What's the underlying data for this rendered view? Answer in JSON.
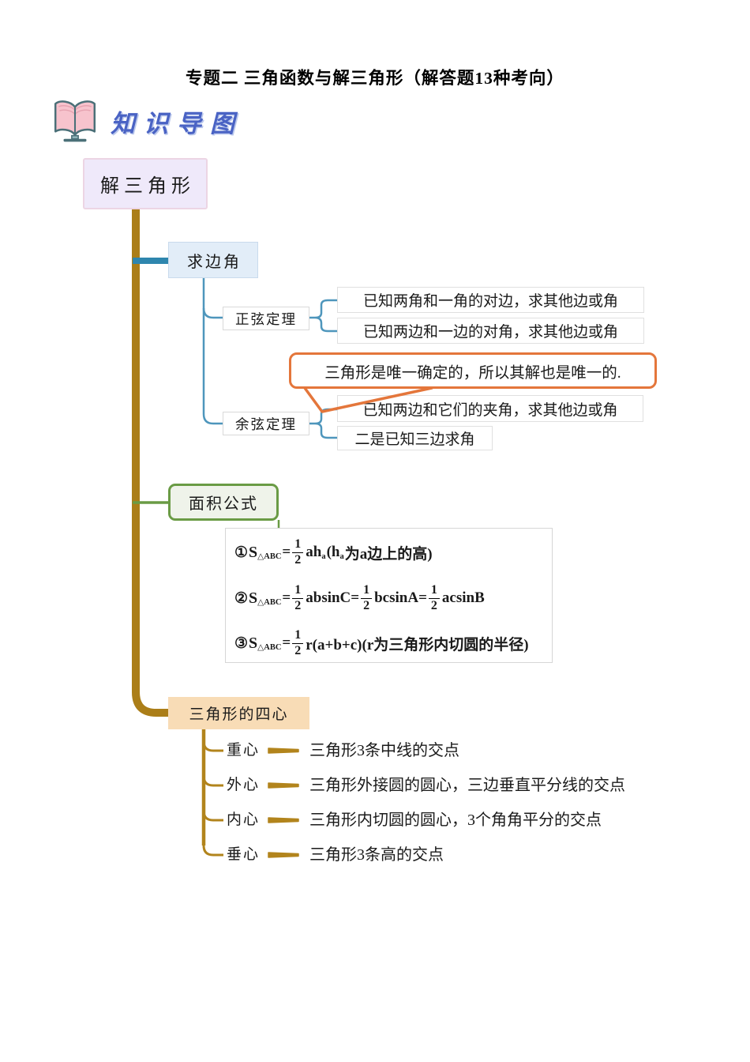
{
  "page": {
    "title": "专题二 三角函数与解三角形（解答题13种考向）"
  },
  "header": {
    "label": "知识导图",
    "icon": "open-book-icon"
  },
  "map": {
    "root": "解三角形",
    "edge_angle": {
      "label": "求边角",
      "sine": {
        "label": "正弦定理",
        "cases": [
          "已知两角和一角的对边，求其他边或角",
          "已知两边和一边的对角，求其他边或角"
        ]
      },
      "note": "三角形是唯一确定的，所以其解也是唯一的.",
      "cosine": {
        "label": "余弦定理",
        "cases": [
          "已知两边和它们的夹角，求其他边或角",
          "二是已知三边求角"
        ]
      }
    },
    "area": {
      "label": "面积公式",
      "f1": {
        "circ": "①",
        "S": "S",
        "sub": "△ABC",
        "eq": "=",
        "n": "1",
        "d": "2",
        "t1": "ah",
        "s1": "a",
        "t2": "(h",
        "s2": "a",
        "t3": "为a边上的高)"
      },
      "f2": {
        "circ": "②",
        "S": "S",
        "sub": "△ABC",
        "eq": "=",
        "n1": "1",
        "d1": "2",
        "t1": "absinC=",
        "n2": "1",
        "d2": "2",
        "t2": "bcsinA=",
        "n3": "1",
        "d3": "2",
        "t3": "acsinB"
      },
      "f3": {
        "circ": "③",
        "S": "S",
        "sub": "△ABC",
        "eq": "=",
        "n": "1",
        "d": "2",
        "t1": "r(a+b+c)(r为三角形内切圆的半径)"
      }
    },
    "centers": {
      "label": "三角形的四心",
      "items": [
        {
          "name": "重心",
          "desc": "三角形3条中线的交点"
        },
        {
          "name": "外心",
          "desc": "三角形外接圆的圆心，三边垂直平分线的交点"
        },
        {
          "name": "内心",
          "desc": "三角形内切圆的圆心，3个角角平分的交点"
        },
        {
          "name": "垂心",
          "desc": "三角形3条高的交点"
        }
      ]
    }
  },
  "colors": {
    "trunk_gold": "#ab7e18",
    "edge_teal_thick": "#2e86ae",
    "branch_teal": "#4e96bc",
    "note_orange": "#e4763b",
    "area_green": "#6a9b45",
    "root_fill": "#efe9fa",
    "edge_fill": "#e2edf8",
    "area_fill": "#eff3ea",
    "centers_fill": "#f8dcb6",
    "header_blue": "#4a63c4",
    "book_pink": "#f7c3cd"
  }
}
